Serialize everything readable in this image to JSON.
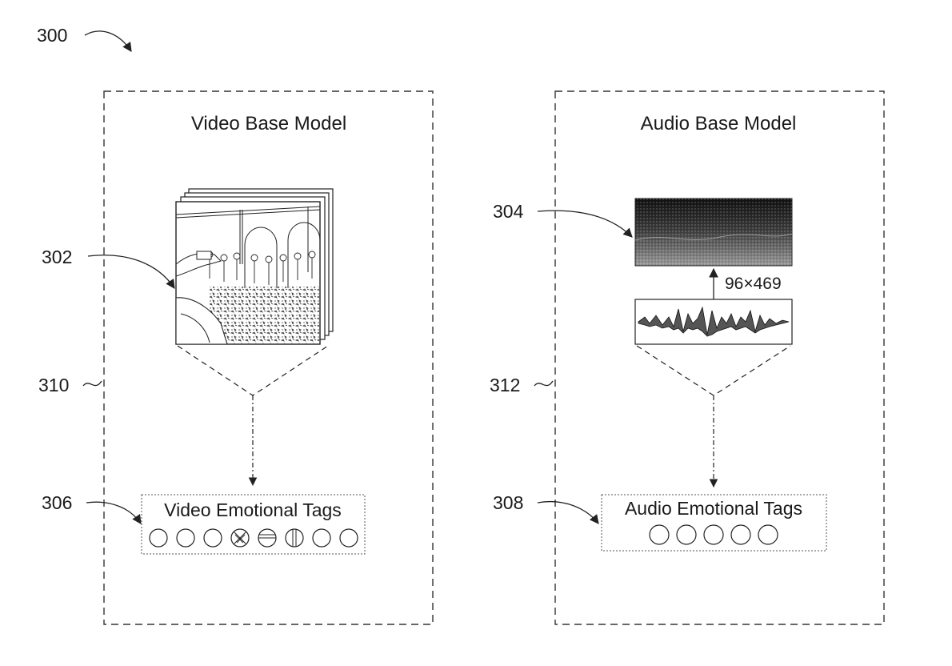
{
  "figure": {
    "ref_main": "300",
    "video_panel": {
      "ref": "310",
      "title": "Video Base Model",
      "frames_ref": "302",
      "tags_ref": "306",
      "tags_label": "Video Emotional Tags",
      "tag_icons": [
        "diagonal-hatch-icon",
        "backslash-hatch-icon",
        "empty-circle-icon",
        "crosshatch-icon",
        "horizontal-bar-icon",
        "vertical-split-icon",
        "dense-crosshatch-icon",
        "dotted-icon"
      ]
    },
    "audio_panel": {
      "ref": "312",
      "title": "Audio Base Model",
      "spectrogram_ref": "304",
      "dims_label": "96×469",
      "tags_ref": "308",
      "tags_label": "Audio Emotional Tags",
      "tag_icons": [
        "dense-crosshatch-icon",
        "grid-icon",
        "diagonal-hatch-icon",
        "dense-diagonal-icon",
        "horizontal-lines-icon"
      ]
    }
  }
}
